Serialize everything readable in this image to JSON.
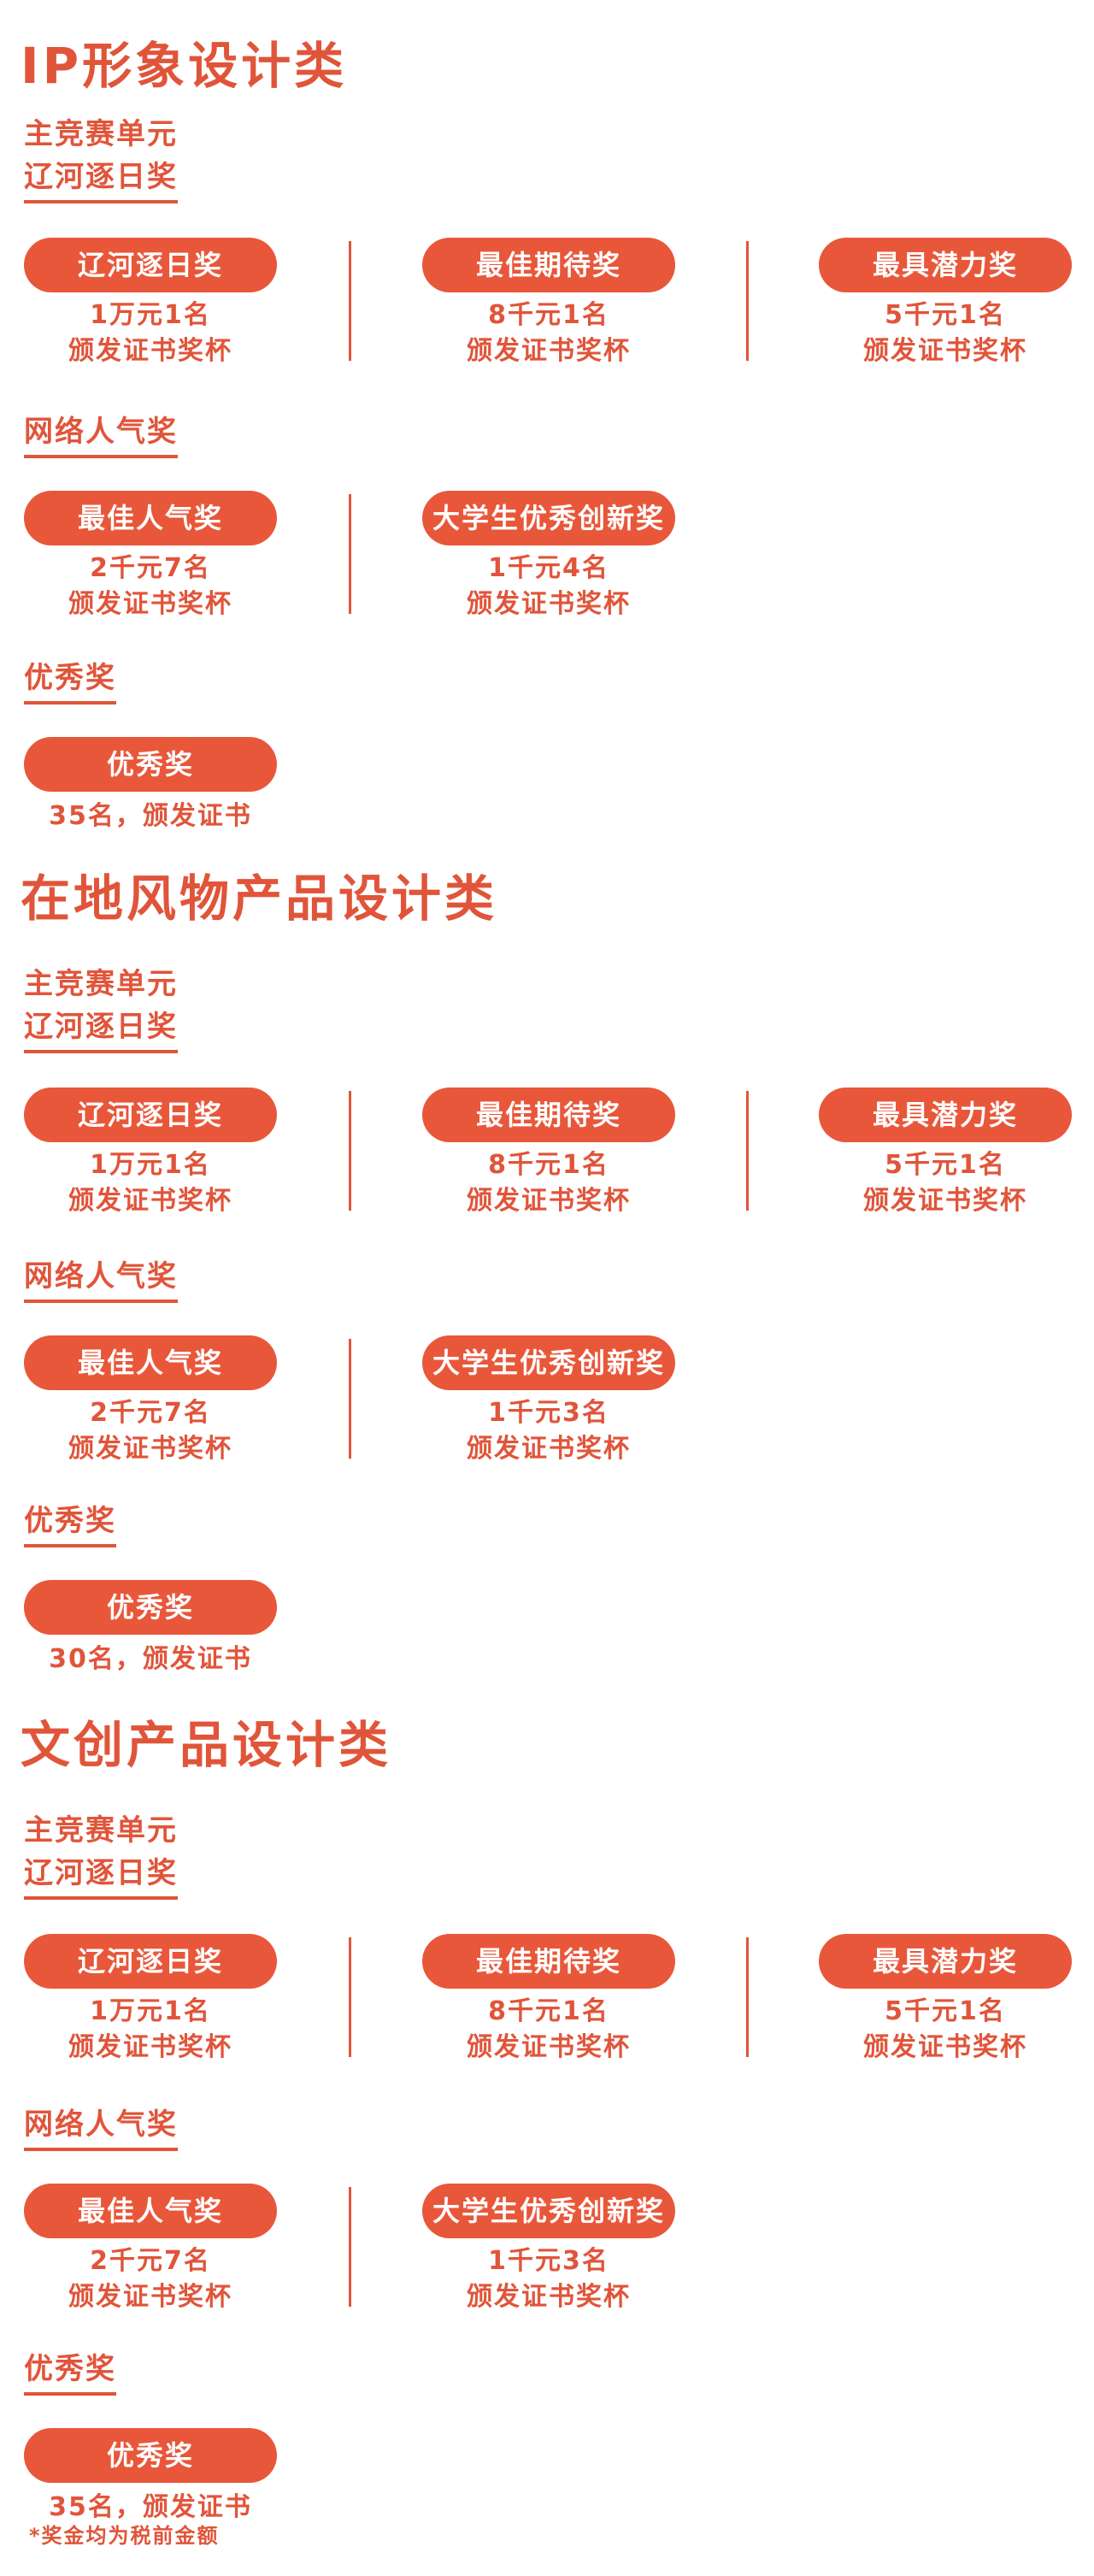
{
  "sections": [
    {
      "title": "IP形象设计类",
      "main_unit_label": "主竞赛单元",
      "main_award_group": "辽河逐日奖",
      "main_awards": [
        {
          "name": "辽河逐日奖",
          "prize": "1万元1名",
          "cert": "颁发证书奖杯"
        },
        {
          "name": "最佳期待奖",
          "prize": "8千元1名",
          "cert": "颁发证书奖杯"
        },
        {
          "name": "最具潜力奖",
          "prize": "5千元1名",
          "cert": "颁发证书奖杯"
        }
      ],
      "online_group": "网络人气奖",
      "online_awards": [
        {
          "name": "最佳人气奖",
          "prize": "2千元7名",
          "cert": "颁发证书奖杯"
        },
        {
          "name": "大学生优秀创新奖",
          "prize": "1千元4名",
          "cert": "颁发证书奖杯"
        }
      ],
      "excellent_group": "优秀奖",
      "excellent_award": {
        "name": "优秀奖",
        "prize": "35名，颁发证书"
      }
    },
    {
      "title": "在地风物产品设计类",
      "main_unit_label": "主竞赛单元",
      "main_award_group": "辽河逐日奖",
      "main_awards": [
        {
          "name": "辽河逐日奖",
          "prize": "1万元1名",
          "cert": "颁发证书奖杯"
        },
        {
          "name": "最佳期待奖",
          "prize": "8千元1名",
          "cert": "颁发证书奖杯"
        },
        {
          "name": "最具潜力奖",
          "prize": "5千元1名",
          "cert": "颁发证书奖杯"
        }
      ],
      "online_group": "网络人气奖",
      "online_awards": [
        {
          "name": "最佳人气奖",
          "prize": "2千元7名",
          "cert": "颁发证书奖杯"
        },
        {
          "name": "大学生优秀创新奖",
          "prize": "1千元3名",
          "cert": "颁发证书奖杯"
        }
      ],
      "excellent_group": "优秀奖",
      "excellent_award": {
        "name": "优秀奖",
        "prize": "30名，颁发证书"
      }
    },
    {
      "title": "文创产品设计类",
      "main_unit_label": "主竞赛单元",
      "main_award_group": "辽河逐日奖",
      "main_awards": [
        {
          "name": "辽河逐日奖",
          "prize": "1万元1名",
          "cert": "颁发证书奖杯"
        },
        {
          "name": "最佳期待奖",
          "prize": "8千元1名",
          "cert": "颁发证书奖杯"
        },
        {
          "name": "最具潜力奖",
          "prize": "5千元1名",
          "cert": "颁发证书奖杯"
        }
      ],
      "online_group": "网络人气奖",
      "online_awards": [
        {
          "name": "最佳人气奖",
          "prize": "2千元7名",
          "cert": "颁发证书奖杯"
        },
        {
          "name": "大学生优秀创新奖",
          "prize": "1千元3名",
          "cert": "颁发证书奖杯"
        }
      ],
      "excellent_group": "优秀奖",
      "excellent_award": {
        "name": "优秀奖",
        "prize": "35名，颁发证书"
      }
    }
  ],
  "footnote": "*奖金均为税前金额",
  "colors": {
    "accent": "#e8573a",
    "text": "#e0553a",
    "background": "#ffffff"
  }
}
